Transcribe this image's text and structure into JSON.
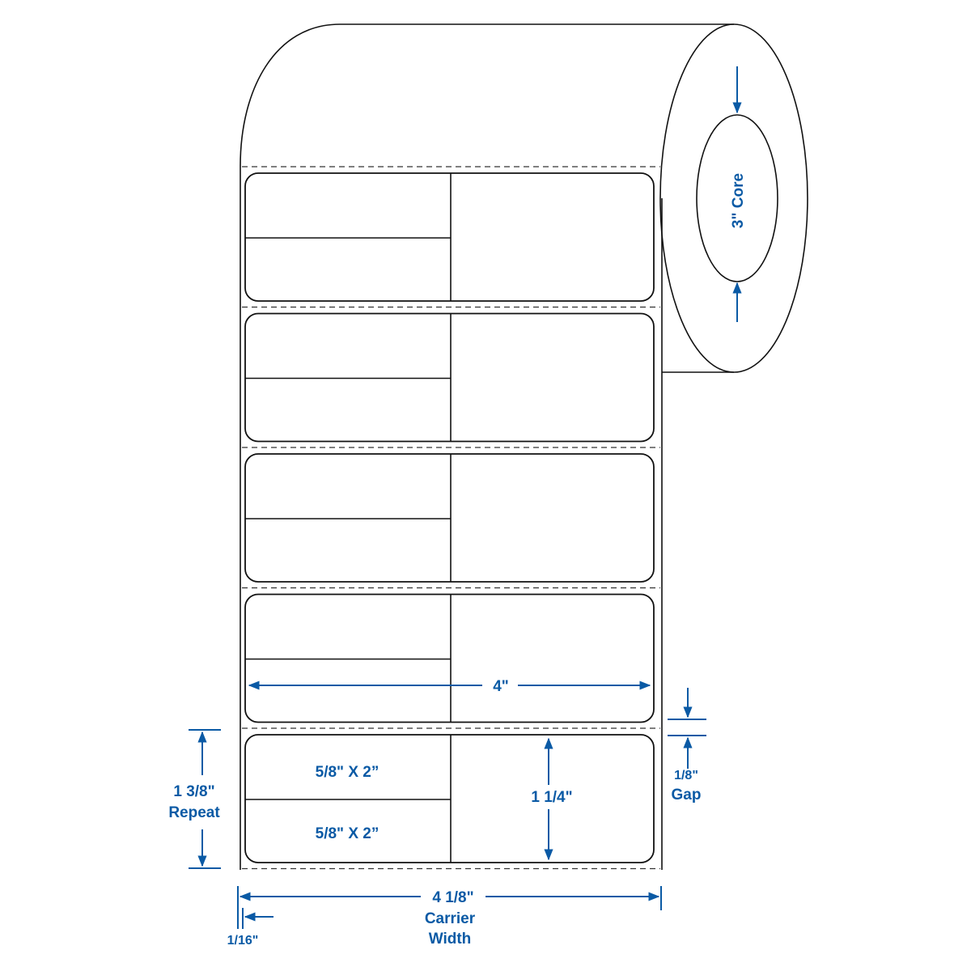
{
  "colors": {
    "dimension": "#0a5aa5",
    "outline": "#111111"
  },
  "core": {
    "label": "3\" Core"
  },
  "label_count": 5,
  "cells": {
    "top": "5/8\" X 2”",
    "bottom": "5/8\" X 2”"
  },
  "dimensions": {
    "width": "4\"",
    "height": "1 1/4\"",
    "repeat_value": "1 3/8\"",
    "repeat_label": "Repeat",
    "gap_value": "1/8\"",
    "gap_label": "Gap",
    "carrier_value": "4 1/8\"",
    "carrier_label1": "Carrier",
    "carrier_label2": "Width",
    "margin": "1/16\""
  }
}
